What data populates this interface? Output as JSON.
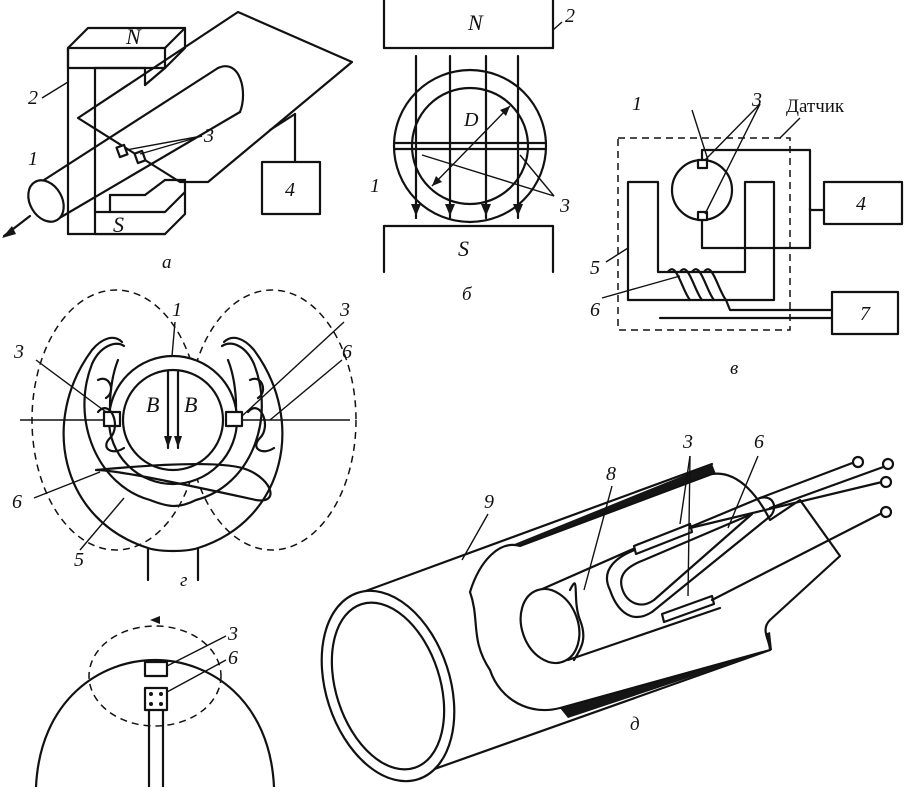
{
  "panels": {
    "a": {
      "caption": "а",
      "labels": {
        "magnet_north": "N",
        "magnet_south": "S",
        "pipe": "1",
        "magnet": "2",
        "electrodes": "3",
        "meter": "4"
      }
    },
    "b": {
      "caption": "б",
      "labels": {
        "magnet_north": "N",
        "magnet_south": "S",
        "pipe": "1",
        "magnet": "2",
        "electrodes": "3",
        "diameter": "D"
      }
    },
    "v": {
      "caption": "в",
      "sensor_label": "Датчик",
      "labels": {
        "pipe": "1",
        "electrodes": "3",
        "meter": "4",
        "core": "5",
        "coil": "6",
        "power": "7"
      }
    },
    "g": {
      "caption": "г",
      "labels": {
        "pipe": "1",
        "electrode_left": "3",
        "electrode_right": "3",
        "coil_left": "6",
        "coil_right": "6",
        "core": "5",
        "field_left": "B",
        "field_right": "B"
      }
    },
    "bottom_left": {
      "labels": {
        "electrode": "3",
        "coil": "6"
      }
    },
    "d": {
      "caption": "д",
      "labels": {
        "electrodes": "3",
        "coil": "6",
        "inner_tube": "8",
        "outer_tube": "9"
      }
    }
  }
}
